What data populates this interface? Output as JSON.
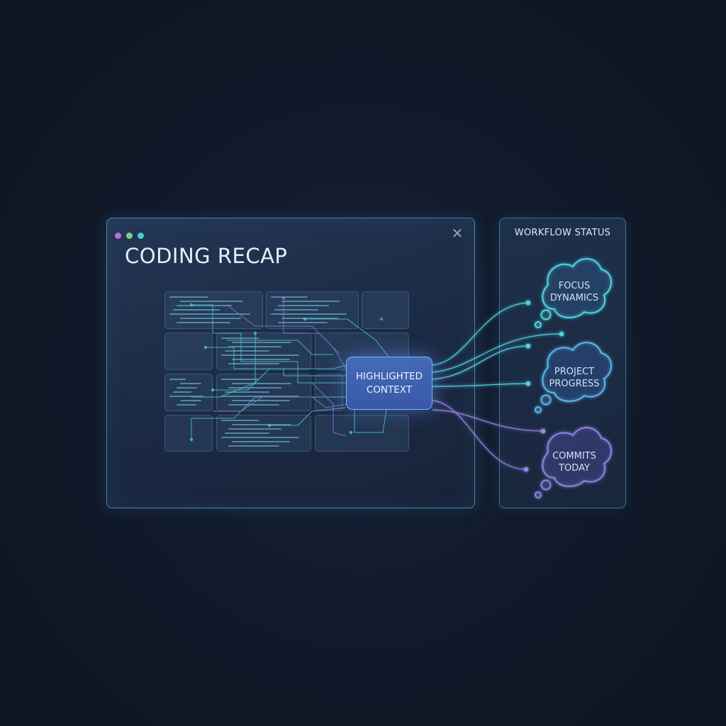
{
  "window": {
    "title": "CODING RECAP",
    "close_glyph": "✕",
    "controls": [
      "purple-dot",
      "green-dot",
      "teal-dot"
    ]
  },
  "context": {
    "line1": "HIGHLIGHTED",
    "line2": "CONTEXT"
  },
  "status_panel": {
    "title": "WORKFLOW STATUS",
    "bubbles": [
      {
        "line1": "FOCUS",
        "line2": "DYNAMICS",
        "color": "#4fd6e0"
      },
      {
        "line1": "PROJECT",
        "line2": "PROGRESS",
        "color": "#5ab8ea"
      },
      {
        "line1": "COMMITS",
        "line2": "TODAY",
        "color": "#8d86e0"
      }
    ]
  },
  "colors": {
    "background": "#0f1624",
    "accent_cyan": "#44d2e6",
    "accent_purple": "#9b7ee0",
    "context_fill": "#4a6fc0"
  },
  "icons": {
    "close": "close-icon",
    "bubble": "thought-bubble-icon"
  }
}
